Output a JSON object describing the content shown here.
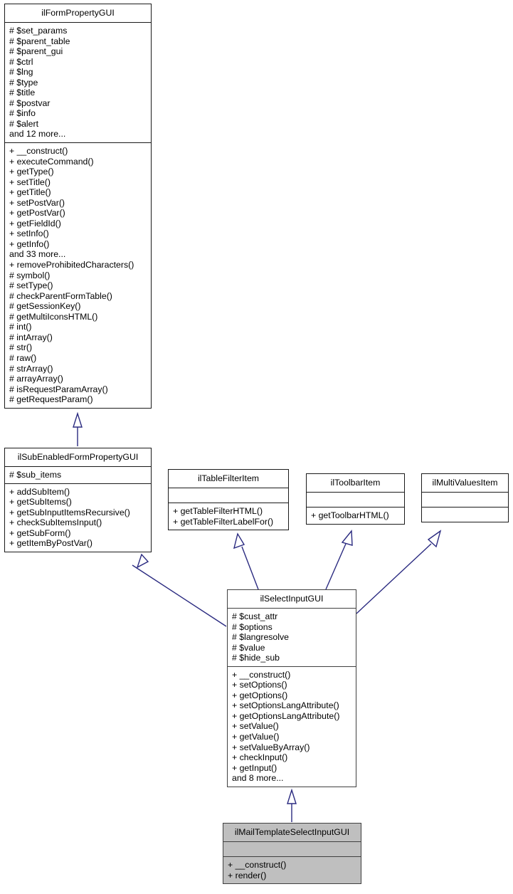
{
  "diagram": {
    "type": "uml-class-inheritance",
    "title": "ilMailTemplateSelectInputGUI inheritance diagram",
    "edge_color": "#2a2a80",
    "highlight_fill": "#bfbfbf",
    "box_fill": "#ffffff",
    "border_color": "#1a1a1a"
  },
  "classes": [
    {
      "id": "ilFormPropertyGUI",
      "name": "ilFormPropertyGUI",
      "highlighted": false,
      "attributes": [
        "# $set_params",
        "# $parent_table",
        "# $parent_gui",
        "# $ctrl",
        "# $lng",
        "# $type",
        "# $title",
        "# $postvar",
        "# $info",
        "# $alert",
        "and 12 more..."
      ],
      "operations": [
        "+ __construct()",
        "+ executeCommand()",
        "+ getType()",
        "+ setTitle()",
        "+ getTitle()",
        "+ setPostVar()",
        "+ getPostVar()",
        "+ getFieldId()",
        "+ setInfo()",
        "+ getInfo()",
        "and 33 more...",
        "+ removeProhibitedCharacters()",
        "# symbol()",
        "# setType()",
        "# checkParentFormTable()",
        "# getSessionKey()",
        "# getMultiIconsHTML()",
        "# int()",
        "# intArray()",
        "# str()",
        "# raw()",
        "# strArray()",
        "# arrayArray()",
        "# isRequestParamArray()",
        "# getRequestParam()"
      ]
    },
    {
      "id": "ilSubEnabledFormPropertyGUI",
      "name": "ilSubEnabledFormPropertyGUI",
      "highlighted": false,
      "attributes": [
        "# $sub_items"
      ],
      "operations": [
        "+ addSubItem()",
        "+ getSubItems()",
        "+ getSubInputItemsRecursive()",
        "+ checkSubItemsInput()",
        "+ getSubForm()",
        "+ getItemByPostVar()"
      ]
    },
    {
      "id": "ilTableFilterItem",
      "name": "ilTableFilterItem",
      "highlighted": false,
      "attributes": [],
      "operations": [
        "+ getTableFilterHTML()",
        "+ getTableFilterLabelFor()"
      ]
    },
    {
      "id": "ilToolbarItem",
      "name": "ilToolbarItem",
      "highlighted": false,
      "attributes": [],
      "operations": [
        "+ getToolbarHTML()"
      ]
    },
    {
      "id": "ilMultiValuesItem",
      "name": "ilMultiValuesItem",
      "highlighted": false,
      "attributes": [],
      "operations": []
    },
    {
      "id": "ilSelectInputGUI",
      "name": "ilSelectInputGUI",
      "highlighted": false,
      "attributes": [
        "# $cust_attr",
        "# $options",
        "# $langresolve",
        "# $value",
        "# $hide_sub"
      ],
      "operations": [
        "+ __construct()",
        "+ setOptions()",
        "+ getOptions()",
        "+ setOptionsLangAttribute()",
        "+ getOptionsLangAttribute()",
        "+ setValue()",
        "+ getValue()",
        "+ setValueByArray()",
        "+ checkInput()",
        "+ getInput()",
        "and 8 more..."
      ]
    },
    {
      "id": "ilMailTemplateSelectInputGUI",
      "name": "ilMailTemplateSelectInputGUI",
      "highlighted": true,
      "attributes": [],
      "operations": [
        "+ __construct()",
        "+ render()"
      ]
    }
  ],
  "edges": [
    {
      "from": "ilSubEnabledFormPropertyGUI",
      "to": "ilFormPropertyGUI",
      "kind": "inheritance"
    },
    {
      "from": "ilSelectInputGUI",
      "to": "ilSubEnabledFormPropertyGUI",
      "kind": "inheritance"
    },
    {
      "from": "ilSelectInputGUI",
      "to": "ilTableFilterItem",
      "kind": "inheritance"
    },
    {
      "from": "ilSelectInputGUI",
      "to": "ilToolbarItem",
      "kind": "inheritance"
    },
    {
      "from": "ilSelectInputGUI",
      "to": "ilMultiValuesItem",
      "kind": "inheritance"
    },
    {
      "from": "ilMailTemplateSelectInputGUI",
      "to": "ilSelectInputGUI",
      "kind": "inheritance"
    }
  ]
}
